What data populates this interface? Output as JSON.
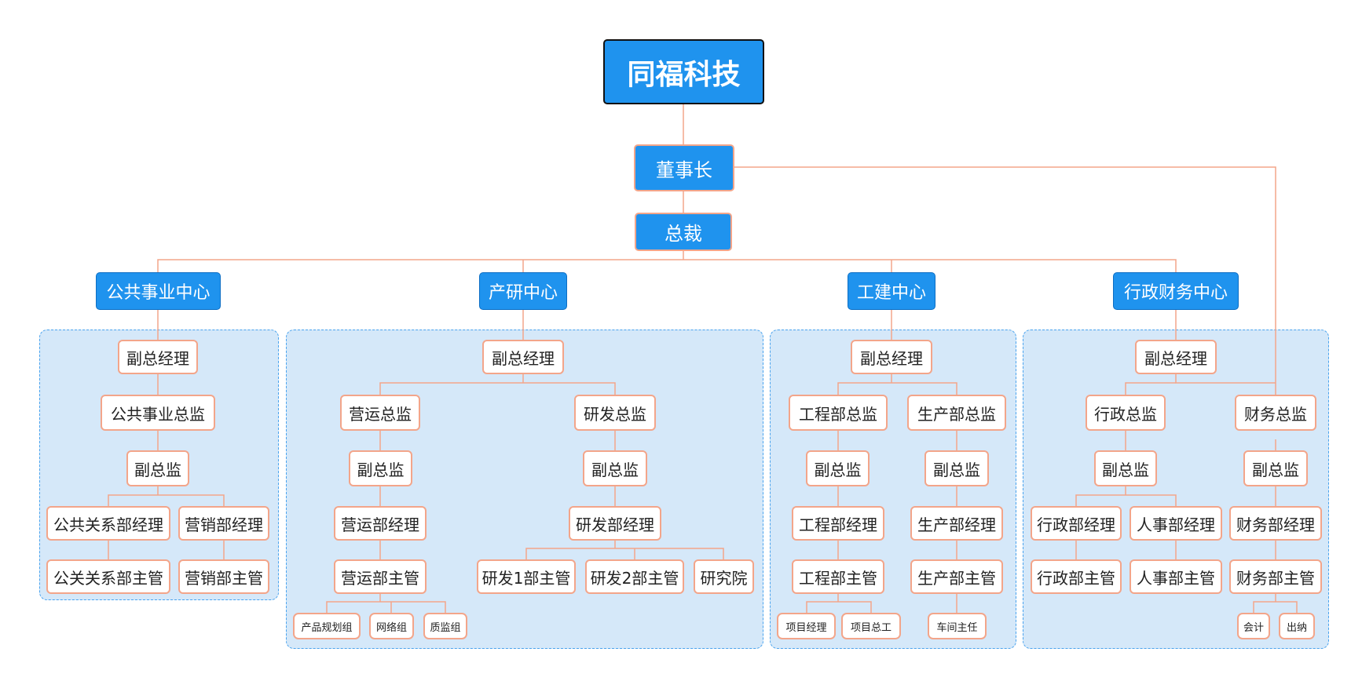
{
  "company": "同福科技",
  "chairman": "董事长",
  "president": "总裁",
  "colors": {
    "connector": "#f3a58a",
    "node_fill_blue": "#1f93ee",
    "region_fill": "#d5e8f9",
    "region_border": "#4aa3ee"
  },
  "centers": {
    "public": {
      "name": "公共事业中心",
      "vp": "副总经理",
      "director": "公共事业总监",
      "deputy": "副总监",
      "manager_pr": "公共关系部经理",
      "manager_marketing": "营销部经理",
      "supervisor_pr": "公关关系部主管",
      "supervisor_marketing": "营销部主管"
    },
    "rnd": {
      "name": "产研中心",
      "vp": "副总经理",
      "ops_director": "营运总监",
      "ops_deputy": "副总监",
      "ops_manager": "营运部经理",
      "ops_supervisor": "营运部主管",
      "group_product": "产品规划组",
      "group_network": "网络组",
      "group_qa": "质监组",
      "rd_director": "研发总监",
      "rd_deputy": "副总监",
      "rd_manager": "研发部经理",
      "rd1_supervisor": "研发1部主管",
      "rd2_supervisor": "研发2部主管",
      "institute": "研究院"
    },
    "engineering": {
      "name": "工建中心",
      "vp": "副总经理",
      "eng_director": "工程部总监",
      "eng_deputy": "副总监",
      "eng_manager": "工程部经理",
      "eng_supervisor": "工程部主管",
      "project_manager": "项目经理",
      "project_chief": "项目总工",
      "prod_director": "生产部总监",
      "prod_deputy": "副总监",
      "prod_manager": "生产部经理",
      "prod_supervisor": "生产部主管",
      "workshop_director": "车间主任"
    },
    "admin": {
      "name": "行政财务中心",
      "vp": "副总经理",
      "admin_director": "行政总监",
      "admin_deputy": "副总监",
      "admin_manager": "行政部经理",
      "hr_manager": "人事部经理",
      "admin_supervisor": "行政部主管",
      "hr_supervisor": "人事部主管",
      "finance_director": "财务总监",
      "finance_deputy": "副总监",
      "finance_manager": "财务部经理",
      "finance_supervisor": "财务部主管",
      "accountant": "会计",
      "cashier": "出纳"
    }
  }
}
